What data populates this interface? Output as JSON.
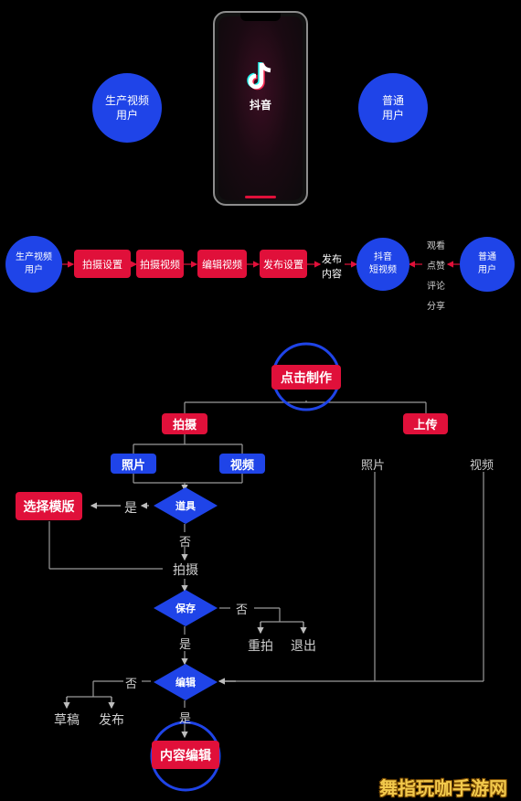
{
  "top": {
    "left_user": [
      "生产视频",
      "用户"
    ],
    "right_user": [
      "普通",
      "用户"
    ],
    "app_name": "抖音"
  },
  "flow": {
    "producer": [
      "生产视频",
      "用户"
    ],
    "steps": [
      "拍摄设置",
      "拍摄视频",
      "编辑视频",
      "发布设置"
    ],
    "publish_label": [
      "发布",
      "内容"
    ],
    "platform": [
      "抖音",
      "短视频"
    ],
    "actions": [
      "观看",
      "点赞",
      "评论",
      "分享"
    ],
    "consumer": [
      "普通",
      "用户"
    ]
  },
  "chart": {
    "start": "点击制作",
    "shoot": "拍摄",
    "upload": "上传",
    "photo": "照片",
    "video": "视频",
    "upload_photo": "照片",
    "upload_video": "视频",
    "template": "选择模版",
    "yes1": "是",
    "props": "道具",
    "no1": "否",
    "shoot_step": "拍摄",
    "save": "保存",
    "no2": "否",
    "yes2": "是",
    "reshoot": "重拍",
    "quit": "退出",
    "edit": "编辑",
    "no3": "否",
    "draft": "草稿",
    "publish": "发布",
    "yes3": "是",
    "content_edit": "内容编辑"
  },
  "watermark": "舞指玩咖手游网",
  "colors": {
    "blue": "#1f44e8",
    "red": "#e0103a",
    "line": "#9a9a9a"
  }
}
